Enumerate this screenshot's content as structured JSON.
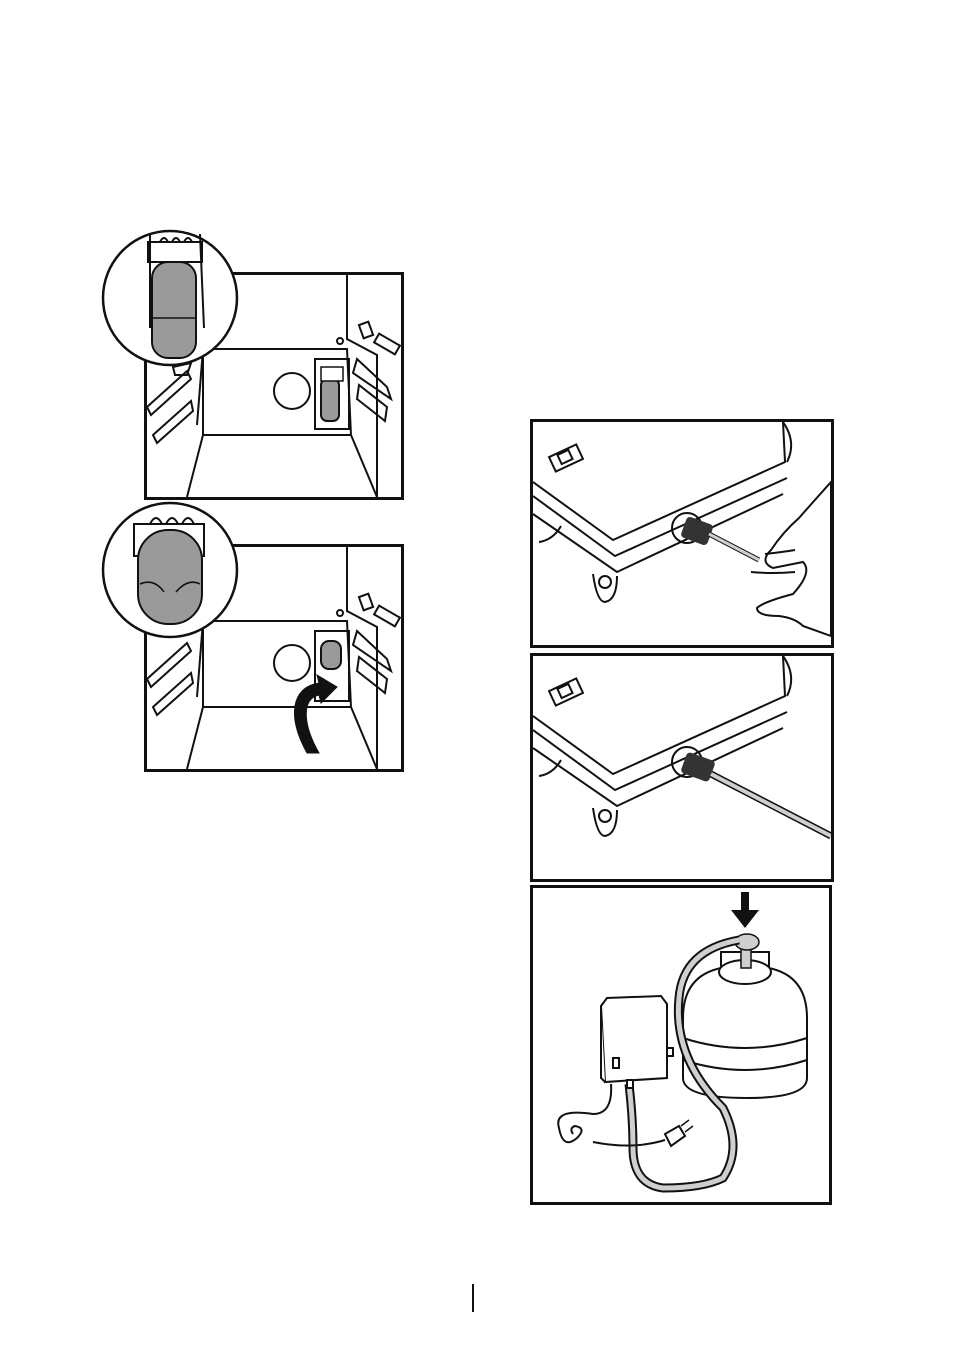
{
  "page": {
    "figures": [
      {
        "id": "filter-install-step-1",
        "icon": "water-filter-inserted-icon"
      },
      {
        "id": "filter-install-step-2",
        "icon": "water-filter-rotate-icon"
      },
      {
        "id": "pump-hose-step-1",
        "icon": "hose-connect-hand-icon"
      },
      {
        "id": "pump-hose-step-2",
        "icon": "hose-connected-icon"
      },
      {
        "id": "pump-bottle-step-3",
        "icon": "water-bottle-pump-icon"
      }
    ],
    "colors": {
      "line": "#111111",
      "filter_gray": "#9a9a9a",
      "hose_gray": "#cfcfcf",
      "fitting_dark": "#333333"
    }
  }
}
